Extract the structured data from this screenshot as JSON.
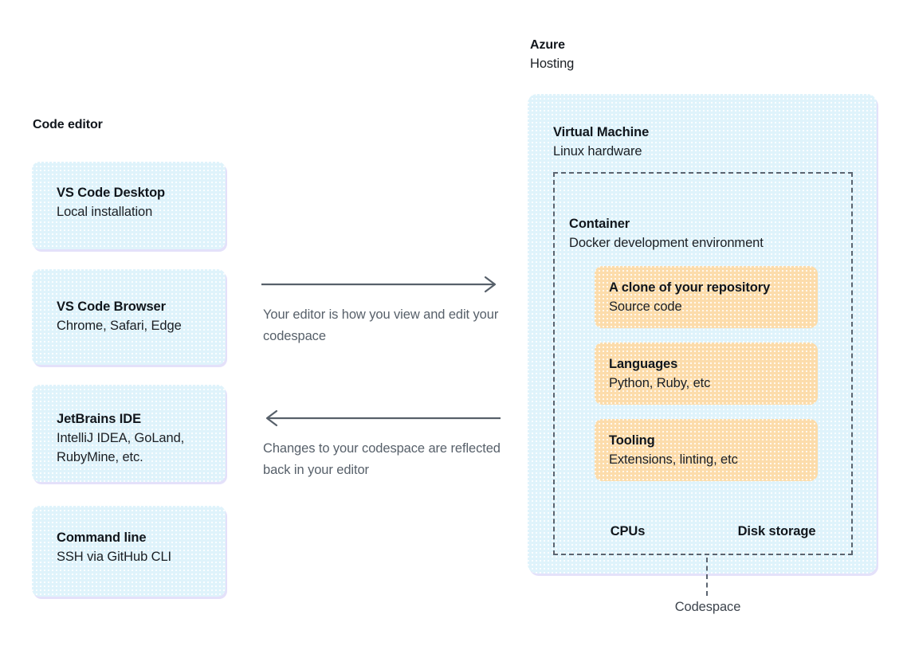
{
  "colors": {
    "blue_fill": "#dff3fb",
    "orange_fill": "#fcdcab",
    "arrow": "#57606a",
    "dashed_border": "#5b6470",
    "text_primary": "#1b1f24",
    "text_muted": "#57606a",
    "card_shadow": "#cdc8f5",
    "background": "#ffffff"
  },
  "left": {
    "heading": "Code editor",
    "cards": [
      {
        "title": "VS Code Desktop",
        "subtitle": "Local installation"
      },
      {
        "title": "VS Code Browser",
        "subtitle": "Chrome, Safari, Edge"
      },
      {
        "title": "JetBrains IDE",
        "subtitle": "IntelliJ IDEA, GoLand,\nRubyMine, etc."
      },
      {
        "title": "Command line",
        "subtitle": "SSH via GitHub CLI"
      }
    ]
  },
  "middle": {
    "flows": [
      {
        "direction": "right",
        "icon": "arrow-right-icon",
        "caption": "Your editor is how you view and edit your codespace"
      },
      {
        "direction": "left",
        "icon": "arrow-left-icon",
        "caption": "Changes to your codespace are reflected back in your editor"
      }
    ]
  },
  "right": {
    "cloud": {
      "title": "Azure",
      "subtitle": "Hosting"
    },
    "vm": {
      "title": "Virtual Machine",
      "subtitle": "Linux hardware"
    },
    "container": {
      "title": "Container",
      "subtitle": "Docker development environment"
    },
    "container_cards": [
      {
        "title": "A clone of your repository",
        "subtitle": "Source code"
      },
      {
        "title": "Languages",
        "subtitle": "Python, Ruby, etc"
      },
      {
        "title": "Tooling",
        "subtitle": "Extensions, linting, etc"
      }
    ],
    "resources": [
      "CPUs",
      "Disk storage"
    ],
    "callout": "Codespace"
  }
}
